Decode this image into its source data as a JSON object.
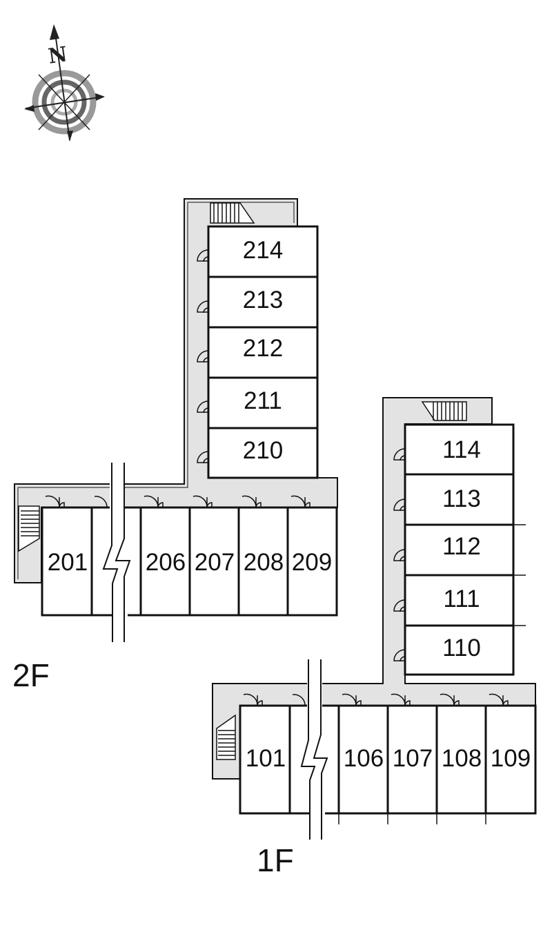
{
  "compass": {
    "north_label": "N",
    "icon": "compass-rose-icon"
  },
  "colors": {
    "corridor": "#e3e3e3",
    "wall": "#111111",
    "compass_ring": "#888888"
  },
  "floors": {
    "second": {
      "label": "2F",
      "units_vertical": [
        "214",
        "213",
        "212",
        "211",
        "210"
      ],
      "units_horizontal": [
        "201",
        "",
        "206",
        "207",
        "208",
        "209"
      ]
    },
    "first": {
      "label": "1F",
      "units_vertical": [
        "114",
        "113",
        "112",
        "111",
        "110"
      ],
      "units_horizontal": [
        "101",
        "",
        "106",
        "107",
        "108",
        "109"
      ]
    }
  }
}
